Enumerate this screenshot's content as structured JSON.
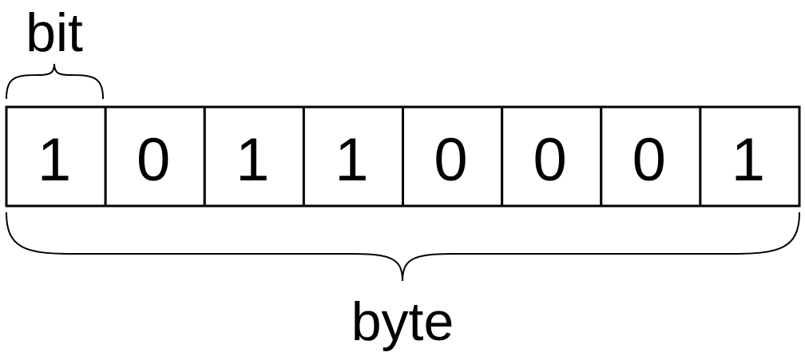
{
  "bit_label": "bit",
  "byte_label": "byte",
  "bits": [
    "1",
    "0",
    "1",
    "1",
    "0",
    "0",
    "0",
    "1"
  ]
}
